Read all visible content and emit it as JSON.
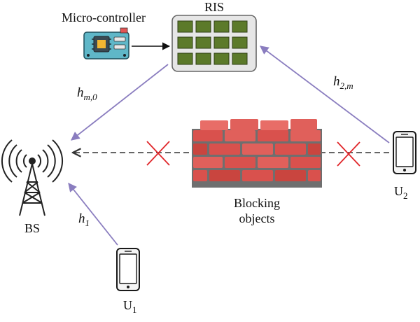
{
  "labels": {
    "ris": "RIS",
    "micro_controller": "Micro-controller",
    "bs": "BS",
    "blocking_line1": "Blocking",
    "blocking_line2": "objects",
    "u1_base": "U",
    "u1_sub": "1",
    "u2_base": "U",
    "u2_sub": "2"
  },
  "channels": {
    "h_m0_base": "h",
    "h_m0_sub": "m,0",
    "h_2m_base": "h",
    "h_2m_sub": "2,m",
    "h_1_base": "h",
    "h_1_sub": "1"
  },
  "colors": {
    "link": "#8a7dbf",
    "blocked_mark": "#e0262a",
    "ris_element": "#5c7a2a",
    "brick": "#d9514d",
    "mortar": "#6f6f6f"
  }
}
